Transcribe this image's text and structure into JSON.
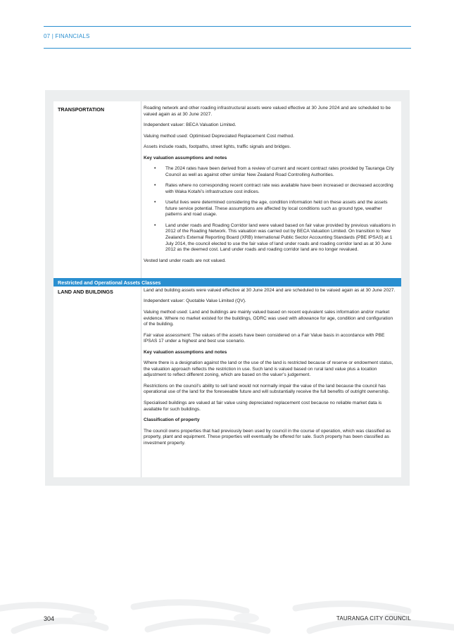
{
  "header": {
    "section": "07 | FINANCIALS"
  },
  "transportation": {
    "label": "TRANSPORTATION",
    "p1": "Roading network and other roading infrastructural assets were valued effective at 30 June 2024 and are scheduled to be valued again as at 30 June 2027.",
    "p2": "Independent valuer: BECA Valuation Limited.",
    "p3": "Valuing method used: Optimised Depreciated Replacement Cost method.",
    "p4": "Assets include roads, footpaths, street lights, traffic signals and bridges.",
    "heading": "Key valuation assumptions and notes",
    "bullets": [
      "The 2024 rates have been derived from a review of current and recent contract rates provided by Tauranga City Council as well as against other similar New Zealand Road Controlling Authorities.",
      "Rates where no corresponding recent contract rate was available have been increased or decreased according with Waka Kotahi’s infrastructure cost indices.",
      "Useful lives were determined considering the age, condition information held on these assets and the assets future service potential. These assumptions are affected by local conditions such as ground type, weather patterns and road usage.",
      "Land under roads and Roading Corridor land were valued based on fair value provided by previous valuations in 2012 of the Roading Network. This valuation was carried out by BECA Valuation Limited. On transition to New Zealand’s External Reporting Board (XRB) International Public Sector Accounting Standards (PBE IPSAS) at 1 July 2014, the council elected to use the fair value of land under roads and roading corridor land as at 30 June 2012 as the deemed cost. Land under roads and roading corridor land are no longer revalued."
    ],
    "p5": "Vested land under roads are not valued."
  },
  "band": {
    "label": "Restricted and Operational Assets Classes"
  },
  "land": {
    "label": "LAND AND BUILDINGS",
    "p1": "Land and building assets were valued effective at 30 June 2024 and are scheduled to be valued again as at 30 June 2027.",
    "p2": "Independent valuer: Quotable Value Limited (QV).",
    "p3": "Valuing method used:  Land and buildings are mainly valued based on recent equivalent sales information and/or market evidence. Where no market existed for the buildings, ODRC was used with allowance for age, condition and configuration of the building.",
    "p4": "Fair value assessment: The values of the assets have been considered on a Fair Value basis in accordance with PBE IPSAS 17 under a highest and best use scenario.",
    "heading1": "Key valuation assumptions and notes",
    "p5": "Where there is a designation against the land or the use of the land is restricted because of reserve or endowment status, the valuation approach reflects the restriction in use. Such land is valued based on rural land value plus a location adjustment to reflect different zoning, which are based on the valuer’s judgement.",
    "p6": "Restrictions on the council’s ability to sell land would not normally impair the value of the land because the council has operational use of the land for the foreseeable future and will substantially receive the full benefits of outright ownership.",
    "p7": "Specialised buildings are valued at fair value using depreciated replacement cost because no reliable market data is available for such buildings.",
    "heading2": "Classification of property",
    "p8": "The council owns properties that had previously been used by council in the course of operation, which was classified as property, plant and equipment. These properties will eventually be offered for sale. Such property has been classified as investment property."
  },
  "footer": {
    "page_number": "304",
    "organisation": "TAURANGA CITY COUNCIL"
  },
  "colors": {
    "accent": "#2a8fd0",
    "panel": "#eceeef"
  }
}
